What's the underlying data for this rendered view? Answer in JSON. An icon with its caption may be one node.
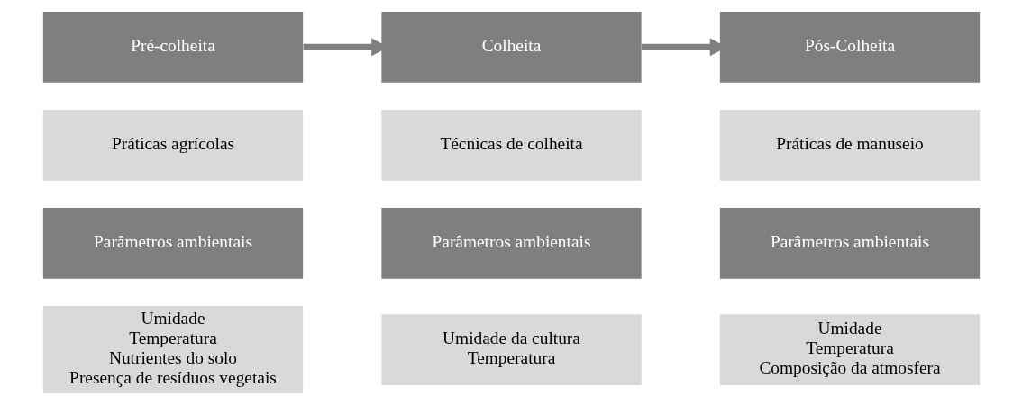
{
  "diagram": {
    "nodes": [
      {
        "text": [
          "Pré-colheita"
        ]
      },
      {
        "text": [
          "Colheita"
        ]
      },
      {
        "text": [
          "Pós-Colheita"
        ]
      },
      {
        "text": [
          "Práticas agrícolas"
        ]
      },
      {
        "text": [
          "Técnicas de colheita"
        ]
      },
      {
        "text": [
          "Práticas de manuseio"
        ]
      },
      {
        "text": [
          "Parâmetros ambientais"
        ]
      },
      {
        "text": [
          "Parâmetros ambientais"
        ]
      },
      {
        "text": [
          "Parâmetros ambientais"
        ]
      },
      {
        "text": [
          "Umidade",
          "Temperatura",
          "Nutrientes do solo",
          "Presença de resíduos vegetais"
        ]
      },
      {
        "text": [
          "Umidade da cultura",
          "Temperatura"
        ]
      },
      {
        "text": [
          "Umidade",
          "Temperatura",
          "Composição da atmosfera"
        ]
      }
    ],
    "edges": [
      {
        "from": 0,
        "to": 1,
        "arrow": "to"
      },
      {
        "from": 1,
        "to": 2,
        "arrow": "to"
      }
    ]
  }
}
